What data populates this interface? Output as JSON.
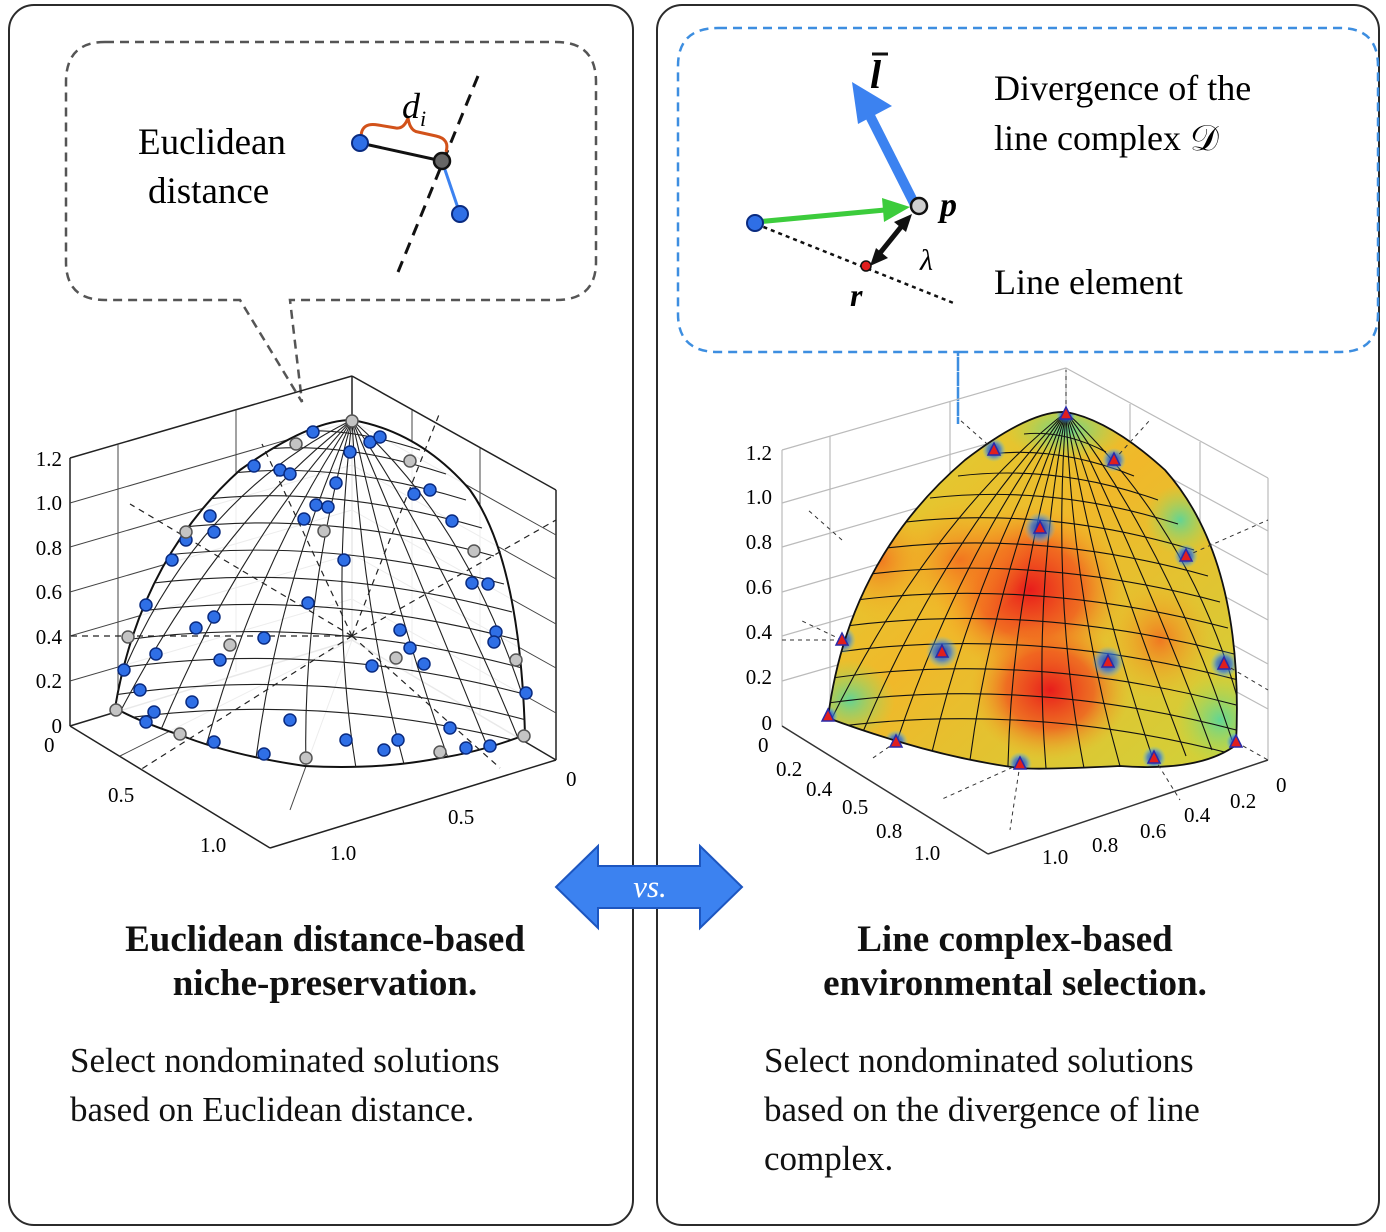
{
  "left_panel": {
    "callout": {
      "label_line1": "Euclidean",
      "label_line2": "distance",
      "symbol": "d",
      "subscript": "i"
    },
    "axes": {
      "z_ticks": [
        "1.2",
        "1.0",
        "0.8",
        "0.6",
        "0.4",
        "0.2",
        "0"
      ],
      "x_ticks": [
        "0",
        "0.5",
        "1.0"
      ],
      "y_ticks": [
        "0",
        "0.5",
        "1.0"
      ]
    },
    "heading_line1": "Euclidean distance-based",
    "heading_line2": "niche-preservation.",
    "desc_line1": "Select nondominated solutions",
    "desc_line2": "based on Euclidean distance."
  },
  "right_panel": {
    "callout": {
      "vector_label": "l",
      "point_p": "p",
      "point_r": "r",
      "lambda": "λ",
      "divergence_line1": "Divergence of the",
      "divergence_line2": "line complex 𝒟",
      "line_element": "Line element"
    },
    "axes": {
      "z_ticks": [
        "1.2",
        "1.0",
        "0.8",
        "0.6",
        "0.4",
        "0.2",
        "0"
      ],
      "x_ticks": [
        "0",
        "0.2",
        "0.4",
        "0.5",
        "0.8",
        "1.0"
      ],
      "y_ticks": [
        "0",
        "0.2",
        "0.4",
        "0.6",
        "0.8",
        "1.0"
      ]
    },
    "heading_line1": "Line complex-based",
    "heading_line2": "environmental selection.",
    "desc_line1": "Select nondominated solutions",
    "desc_line2": "based on the divergence of line",
    "desc_line3": "complex."
  },
  "center": {
    "vs_label": "vs."
  },
  "colors": {
    "blue_point": "#2f6fe6",
    "gray_point": "#c4c4c4",
    "callout_left_border": "#555555",
    "callout_right_border": "#3d8ee0",
    "arrow_blue": "#3c82f0",
    "arrow_green": "#3ccc3c",
    "brace_orange": "#d2521a",
    "triangle_red": "#e01e1e"
  }
}
